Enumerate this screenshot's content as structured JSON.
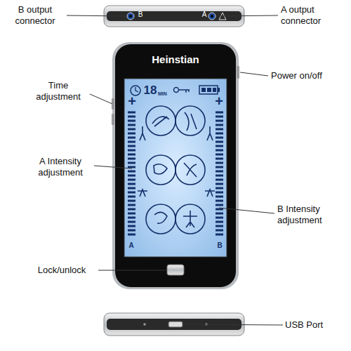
{
  "diagram": {
    "labels": [
      "B output connector",
      "A output connector",
      "Time adjustment",
      "Power on/off",
      "A Intensity adjustment",
      "B Intensity adjustment",
      "Lock/unlock",
      "USB Port",
      "Heinstian",
      "18",
      "MIN",
      "+",
      "+",
      "A",
      "B",
      "B",
      "A"
    ]
  }
}
